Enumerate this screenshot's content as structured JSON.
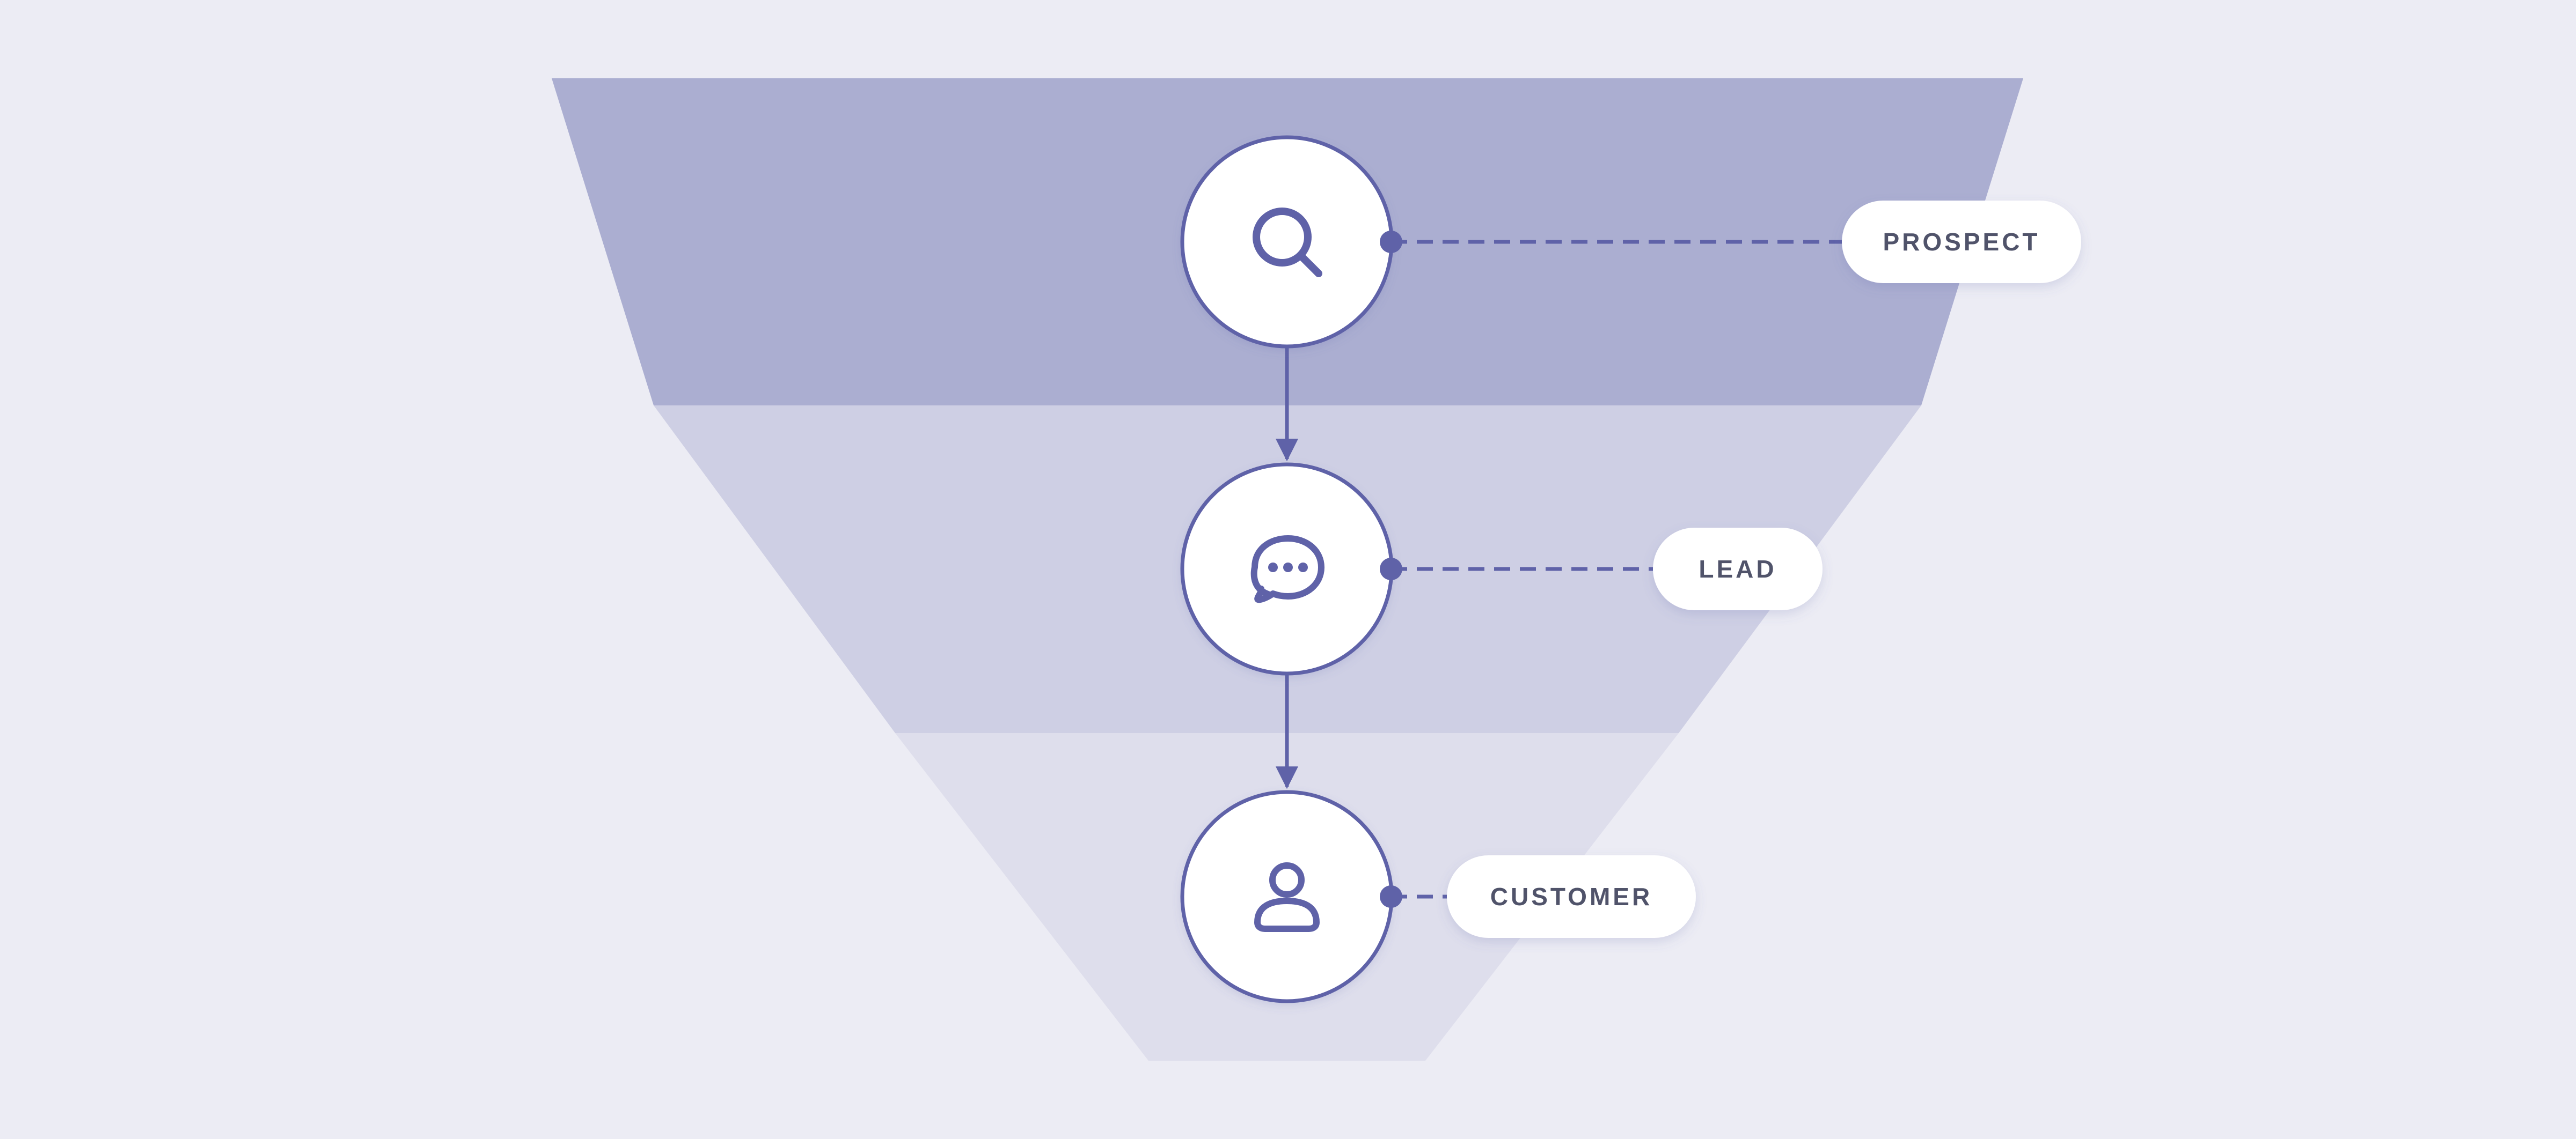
{
  "colors": {
    "background": "#ECECF4",
    "tier_top": "#ABAED1",
    "tier_middle": "#CECFE4",
    "tier_bottom": "#DEDEEC",
    "accent": "#5F62A8",
    "badge_fill": "#FFFFFF",
    "label_text": "#50536A"
  },
  "funnel": {
    "stages": [
      {
        "label": "PROSPECT",
        "icon": "search-icon"
      },
      {
        "label": "LEAD",
        "icon": "chat-bubble-icon"
      },
      {
        "label": "CUSTOMER",
        "icon": "user-icon"
      }
    ]
  }
}
